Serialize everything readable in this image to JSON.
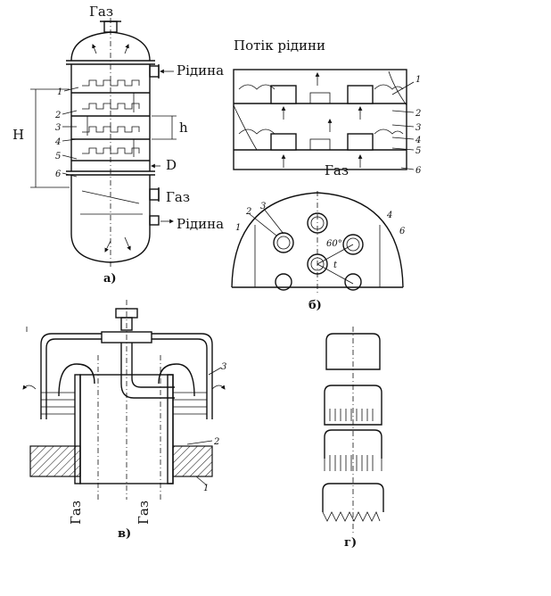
{
  "panel_a": {
    "label_gas_top": "Газ",
    "label_liquid_in": "Рідина",
    "label_H": "Н",
    "label_h": "h",
    "label_D": "D",
    "label_gas_in": "Газ",
    "label_liquid_out": "Рідина",
    "num_1": "1",
    "num_2": "2",
    "num_3": "3",
    "num_4": "4",
    "num_5": "5",
    "num_6": "6",
    "caption": "а)"
  },
  "panel_b": {
    "title": "Потік рідини",
    "label_gas": "Газ",
    "num_1": "1",
    "num_2": "2",
    "num_3": "3",
    "num_4": "4",
    "num_5": "5",
    "num_6": "6",
    "plan_num_1": "1",
    "plan_num_2": "2",
    "plan_num_3": "3",
    "plan_num_4": "4",
    "plan_num_6": "6",
    "angle": "60°",
    "pitch": "t",
    "caption": "б)"
  },
  "panel_v": {
    "gas_left": "Газ",
    "gas_right": "Газ",
    "num_1": "1",
    "num_2": "2",
    "num_3": "3",
    "caption": "в)"
  },
  "panel_g": {
    "caption": "г)"
  }
}
